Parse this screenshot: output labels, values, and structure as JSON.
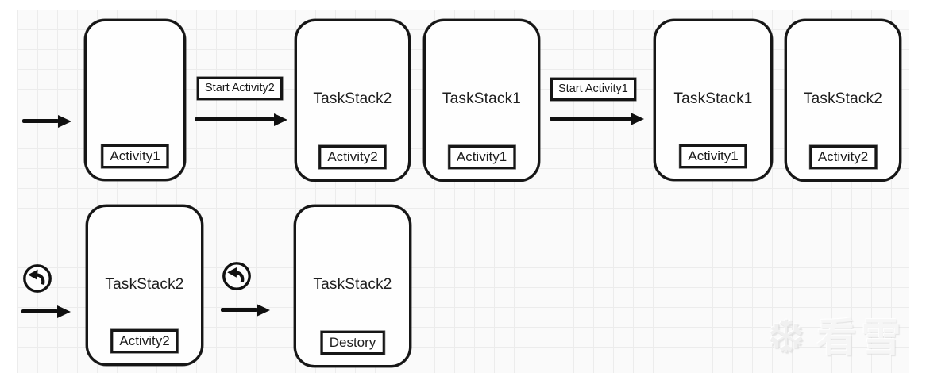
{
  "colors": {
    "stroke": "#161616",
    "canvas_background": "#fafafa",
    "grid_line": "#ececec",
    "box_background": "#fefefe"
  },
  "diagram": {
    "stacks": [
      {
        "title": "",
        "activity": "Activity1"
      },
      {
        "title": "TaskStack2",
        "activity": "Activity2"
      },
      {
        "title": "TaskStack1",
        "activity": "Activity1"
      },
      {
        "title": "TaskStack1",
        "activity": "Activity1"
      },
      {
        "title": "TaskStack2",
        "activity": "Activity2"
      },
      {
        "title": "TaskStack2",
        "activity": "Activity2"
      },
      {
        "title": "TaskStack2",
        "activity": "Destory"
      }
    ],
    "transitions": [
      {
        "label": "Start Activity2"
      },
      {
        "label": "Start Activity1"
      }
    ]
  },
  "watermark": {
    "glyph": "❆",
    "text": "看雪"
  }
}
